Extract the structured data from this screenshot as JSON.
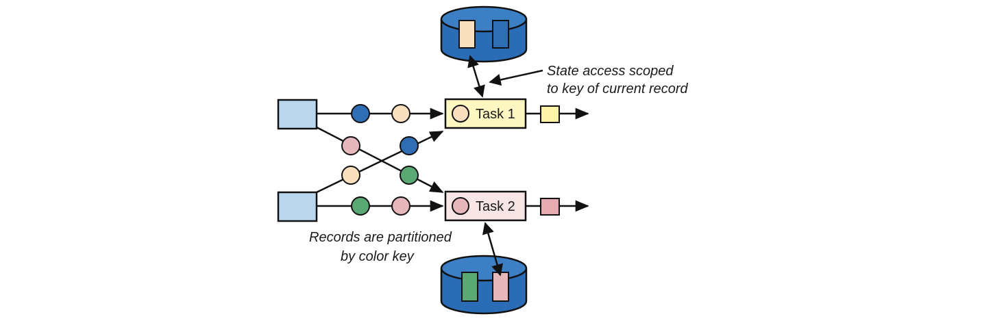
{
  "tasks": [
    {
      "label": "Task 1"
    },
    {
      "label": "Task 2"
    }
  ],
  "annotations": {
    "state_access_line1": "State access scoped",
    "state_access_line2": "to key of current record",
    "partition_line1": "Records are partitioned",
    "partition_line2": "by color key"
  },
  "colors": {
    "source_fill": "#bad6ec",
    "blue_key": "#2f6db5",
    "peach_key": "#fbe0c0",
    "pink_key": "#e6b8bc",
    "green_key": "#5aa873",
    "task1_fill": "#fff7c2",
    "task2_fill": "#f8e6e6",
    "output1_fill": "#fff3a8",
    "output2_fill": "#e6aab0",
    "state_store_fill": "#2a6cb5",
    "arrow": "#111111"
  }
}
